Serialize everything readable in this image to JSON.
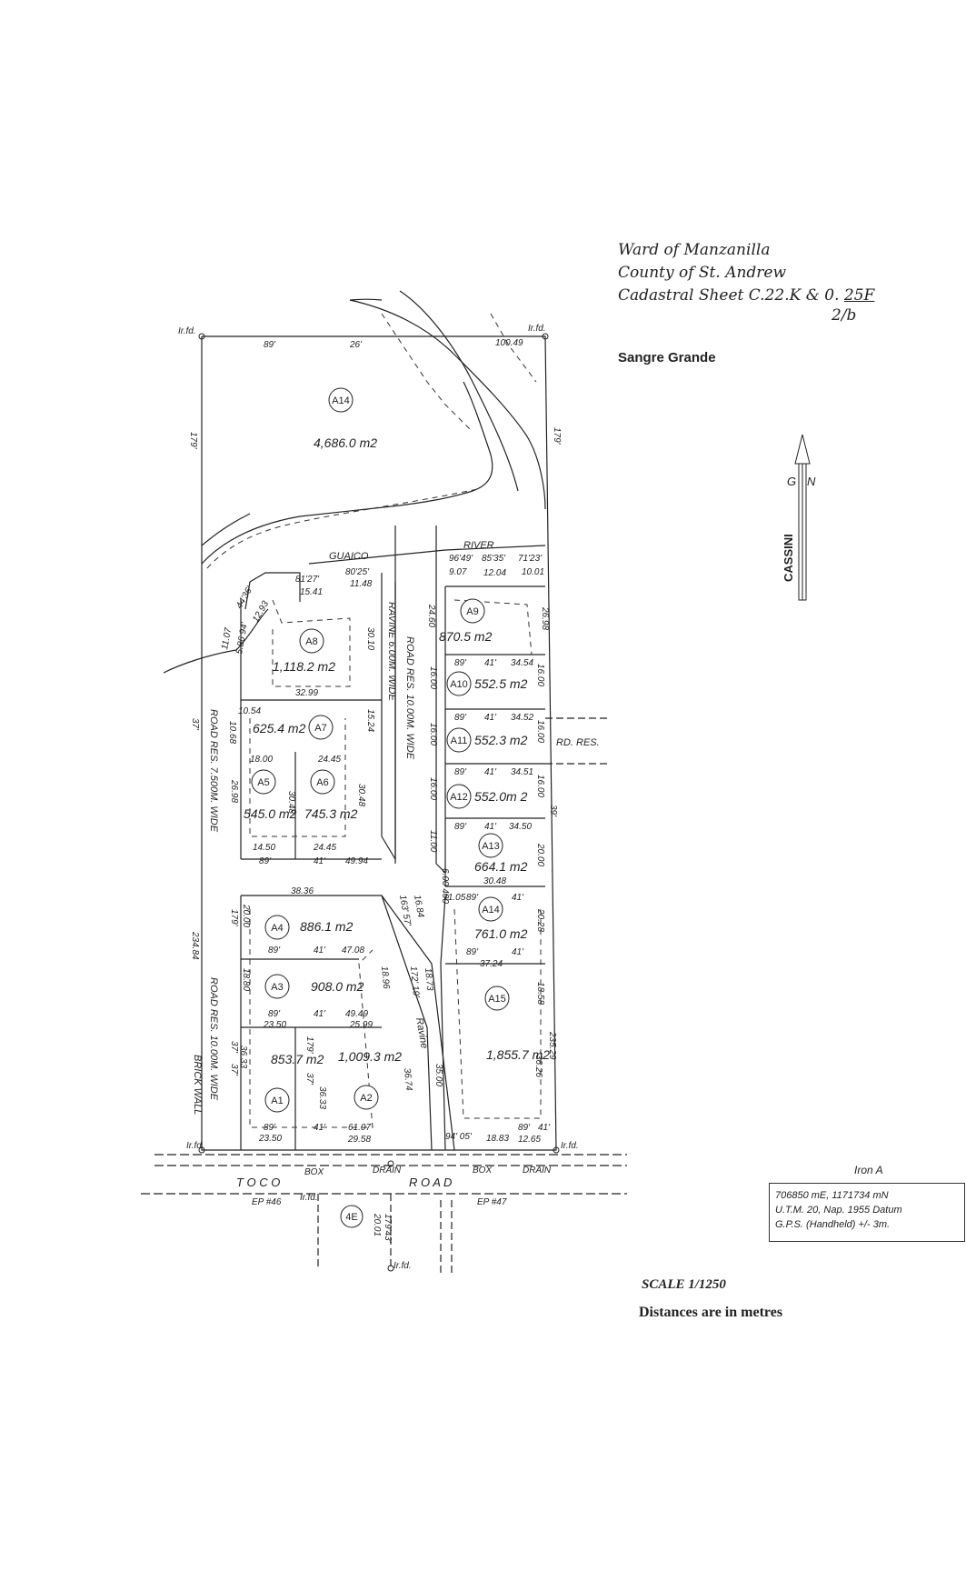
{
  "header": {
    "ward": "Ward of Manzanilla",
    "county": "County of St. Andrew",
    "sheet_prefix": "Cadastral Sheet C.22.K & 0.",
    "sheet_num": "25F",
    "sheet_den": "2/b",
    "town": "Sangre Grande"
  },
  "north_arrow": {
    "g": "G",
    "n": "N",
    "system": "CASSINI"
  },
  "gps_box": {
    "title": "Iron A",
    "line1": "706850 mE, 1171734 mN",
    "line2": "U.T.M. 20, Nap. 1955 Datum",
    "line3": "G.P.S. (Handheld) +/- 3m."
  },
  "footer": {
    "scale": "SCALE 1/1250",
    "units": "Distances are in metres"
  },
  "lots": [
    {
      "id": "A14",
      "area": "4,686.0 m2"
    },
    {
      "id": "A9",
      "area": "870.5 m2"
    },
    {
      "id": "A10",
      "area": "552.5 m2"
    },
    {
      "id": "A11",
      "area": "552.3 m2"
    },
    {
      "id": "A12",
      "area": "552.0m 2"
    },
    {
      "id": "A13",
      "area": "664.1 m2"
    },
    {
      "id": "A14",
      "area": "761.0 m2"
    },
    {
      "id": "A15",
      "area": "1,855.7 m2"
    },
    {
      "id": "A8",
      "area": "1,118.2 m2"
    },
    {
      "id": "A7",
      "area": "625.4 m2"
    },
    {
      "id": "A5",
      "area": "545.0 m2"
    },
    {
      "id": "A6",
      "area": "745.3 m2"
    },
    {
      "id": "A4",
      "area": "886.1 m2"
    },
    {
      "id": "A3",
      "area": "908.0 m2"
    },
    {
      "id": "A1",
      "area": "853.7 m2"
    },
    {
      "id": "A2",
      "area": "1,009.3 m2"
    },
    {
      "id": "4E",
      "area": ""
    }
  ],
  "features": {
    "river1": "GUAICO",
    "river2": "RIVER",
    "ravine_vert": "RAVINE 6.00M. WIDE",
    "road_res_10": "ROAD RES. 10.00M. WIDE",
    "road_res_75": "ROAD RES. 7.500M. WIDE",
    "road_res_left_10": "ROAD RES. 10.00M. WIDE",
    "brick_wall": "BRICK WALL",
    "rd_res": "RD. RES.",
    "toco": "T O C O",
    "road": "R O A D",
    "box1": "BOX",
    "drain1": "DRAIN",
    "box2": "BOX",
    "drain2": "DRAIN",
    "ravine_diag": "Ravine",
    "irfd": "Ir.fd.",
    "ep46": "EP #46",
    "ep47": "EP #47"
  },
  "dims": {
    "top_89": "89'",
    "top_26": "26'",
    "top_10049": "100.49",
    "left_179": "179'",
    "right_179": "179'",
    "river_a1": "96'49'",
    "river_a2": "85'35'",
    "river_a3": "71'23'",
    "river_d1": "9.07",
    "river_d2": "12.04",
    "river_d3": "10.01",
    "g_a1": "81'27'",
    "g_a2": "80'25'",
    "g_d1": "15.41",
    "g_d2": "11.48",
    "nw_4436": "44'36'",
    "nw_1293": "12.93",
    "nw_5486": "5.86 94'",
    "nw_1107": "11.07",
    "a8_3010": "30.10",
    "a8_3299": "32.99",
    "a7_1054": "10.54",
    "a7_1068": "10.68",
    "a7_1524": "15.24",
    "a5_1800": "18.00",
    "a6_2445": "24.45",
    "a5_2698": "26.98",
    "a5_3048": "30.48",
    "a6_3048": "30.48",
    "a5_1450": "14.50",
    "a6_2445b": "24.45",
    "row_89": "89'",
    "row_41": "41'",
    "row_4994": "49.94",
    "a9_2460": "24.60",
    "a9_2698": "26.98",
    "b89": "89'",
    "b41": "41'",
    "a10_3454": "34.54",
    "a10_1600l": "16.00",
    "a10_1600r": "16.00",
    "a11_3452": "34.52",
    "a11_1600l": "16.00",
    "a11_1600r": "16.00",
    "a12_3451": "34.51",
    "a12_1600l": "16.00",
    "a12_1600r": "16.00",
    "r39": "39'",
    "a13_3450": "34.50",
    "a13_1100": "11.00",
    "a13_2000": "20.00",
    "a13_600": "6.00 400",
    "a14_3048": "30.48",
    "a14_1105": "11.05",
    "a14_2028": "20.28",
    "a14_1684": "16.84",
    "a14_16357": "163' 57'",
    "a15_3724": "37.24",
    "a15_1858": "18.58",
    "a15_1873": "18.73",
    "a15_17219": "172' 19'",
    "a15_23529": "235.29",
    "a15_3626": "36.26",
    "a15_3500": "35.00",
    "a4_3836": "38.36",
    "a4_2000": "20.00",
    "a4_179": "179'",
    "a4_4708": "47.08",
    "a3_1880": "18.80",
    "a3_1896": "18.96",
    "a3_4949": "49.49",
    "a3_2350": "23.50",
    "a3_2599": "25.99",
    "a1_3633": "36.33",
    "a1_37": "37'",
    "a2_179": "179'",
    "a2_37": "37'",
    "a2_3633": "36.33",
    "a2_3674": "36.74",
    "bot_2350": "23.50",
    "bot_6107": "61.07",
    "bot_2958": "29.58",
    "bot_9405": "94' 05'",
    "bot_1883": "18.83",
    "bot_1265": "12.65",
    "left_23484": "234.84",
    "left_37": "37'",
    "e_2001": "20.01",
    "e_17943": "179'43'"
  }
}
